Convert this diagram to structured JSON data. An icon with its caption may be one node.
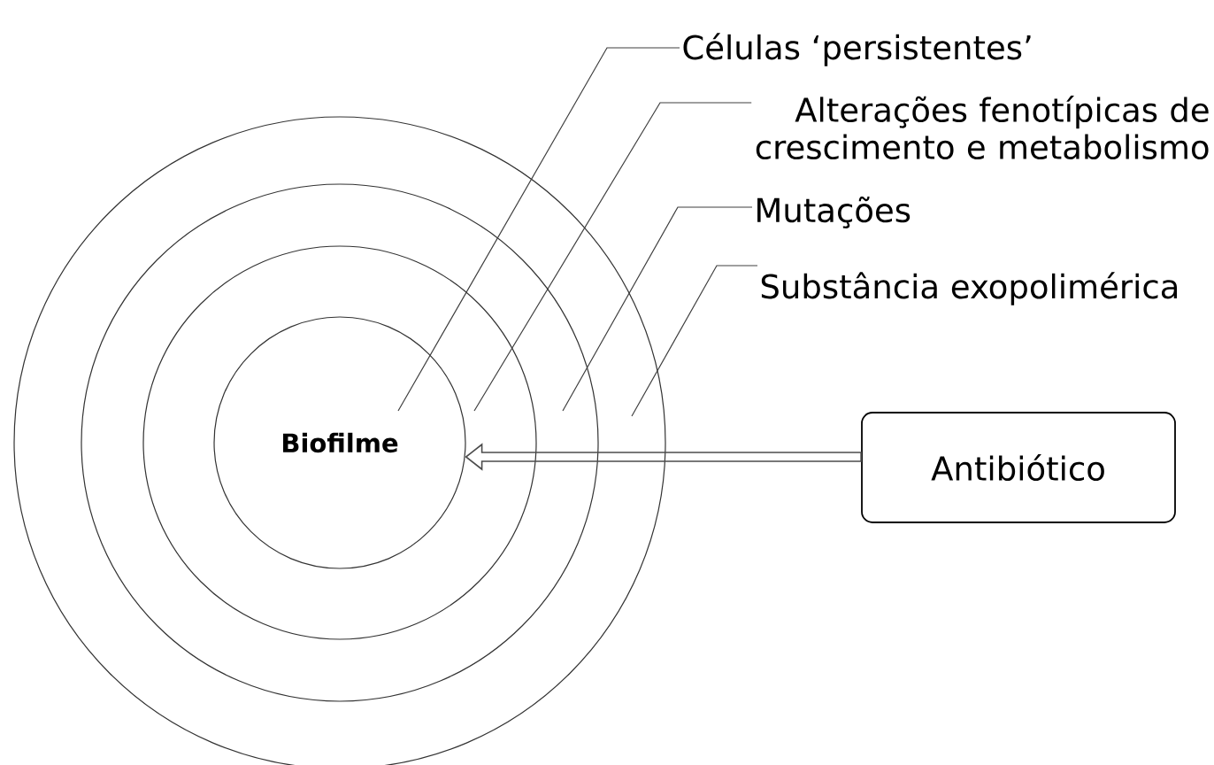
{
  "diagram": {
    "nodes": [
      {
        "text": [],
        "shape": "circle"
      },
      {
        "text": [],
        "shape": "circle",
        "in": 0
      },
      {
        "text": [],
        "shape": "circle",
        "in": 1
      },
      {
        "text": [
          "Biofilme"
        ],
        "in": 2
      },
      {
        "text": [
          "Células ‘persistentes’"
        ]
      },
      {
        "text": [
          "Alterações fenotípicas de crescimento e metabolismo"
        ]
      },
      {
        "text": [
          "Mutações"
        ]
      },
      {
        "text": [
          "Substância exopolimérica"
        ]
      },
      {
        "text": [
          "Antibiótico"
        ]
      }
    ],
    "edges": [
      {
        "from": 4,
        "to": 3,
        "arrow": "none"
      },
      {
        "from": 5,
        "to": 2,
        "arrow": "none"
      },
      {
        "from": 6,
        "to": 1,
        "arrow": "none"
      },
      {
        "from": 7,
        "to": 0,
        "arrow": "none"
      },
      {
        "from": 8,
        "to": 3,
        "arrow": "to",
        "style": "thick"
      }
    ]
  }
}
